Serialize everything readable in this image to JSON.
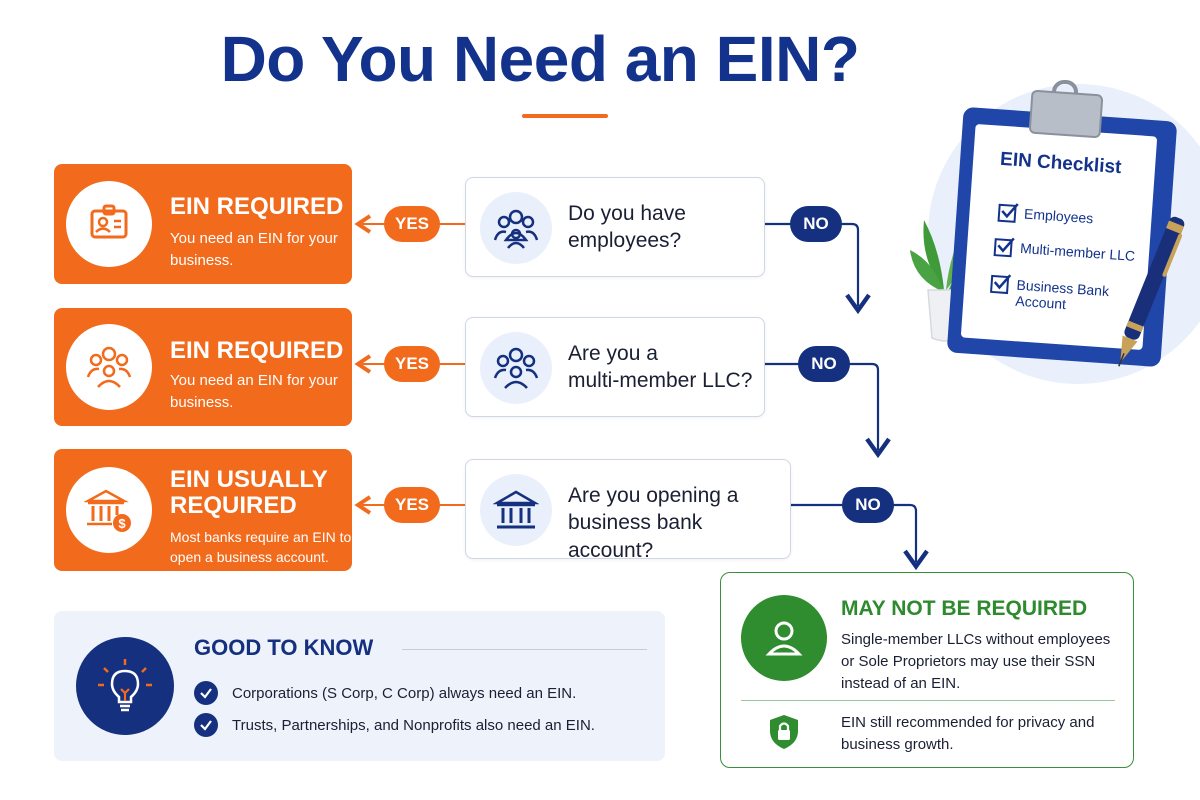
{
  "title": "Do You Need an EIN?",
  "yes_label": "YES",
  "no_label": "NO",
  "rows": [
    {
      "question": "Do you have\nemployees?",
      "question_icon": "people-icon",
      "result_title": "EIN REQUIRED",
      "result_text": "You need an EIN for your business.",
      "result_icon": "id-badge-icon"
    },
    {
      "question": "Are you a\nmulti-member LLC?",
      "question_icon": "group-icon",
      "result_title": "EIN REQUIRED",
      "result_text": "You need an EIN for your business.",
      "result_icon": "group-icon"
    },
    {
      "question": "Are you opening a\nbusiness bank account?",
      "question_icon": "bank-icon",
      "result_title": "EIN USUALLY REQUIRED",
      "result_text": "Most banks require an EIN to open a business account.",
      "result_icon": "bank-dollar-icon"
    }
  ],
  "final": {
    "title": "MAY NOT BE REQUIRED",
    "text": "Single-member LLCs without employees or Sole Proprietors may use their SSN instead of an EIN.",
    "note": "EIN still recommended for privacy and business growth.",
    "icon": "person-icon",
    "note_icon": "shield-lock-icon"
  },
  "good_to_know": {
    "title": "GOOD TO KNOW",
    "items": [
      "Corporations (S Corp, C Corp) always need an EIN.",
      "Trusts, Partnerships, and Nonprofits also need an EIN."
    ],
    "icon": "lightbulb-icon"
  },
  "checklist": {
    "title": "EIN Checklist",
    "items": [
      "Employees",
      "Multi-member LLC",
      "Business Bank Account"
    ]
  },
  "colors": {
    "orange": "#f26a1b",
    "navy": "#14307e",
    "green": "#2f8c2f",
    "title_blue": "#13328c"
  }
}
